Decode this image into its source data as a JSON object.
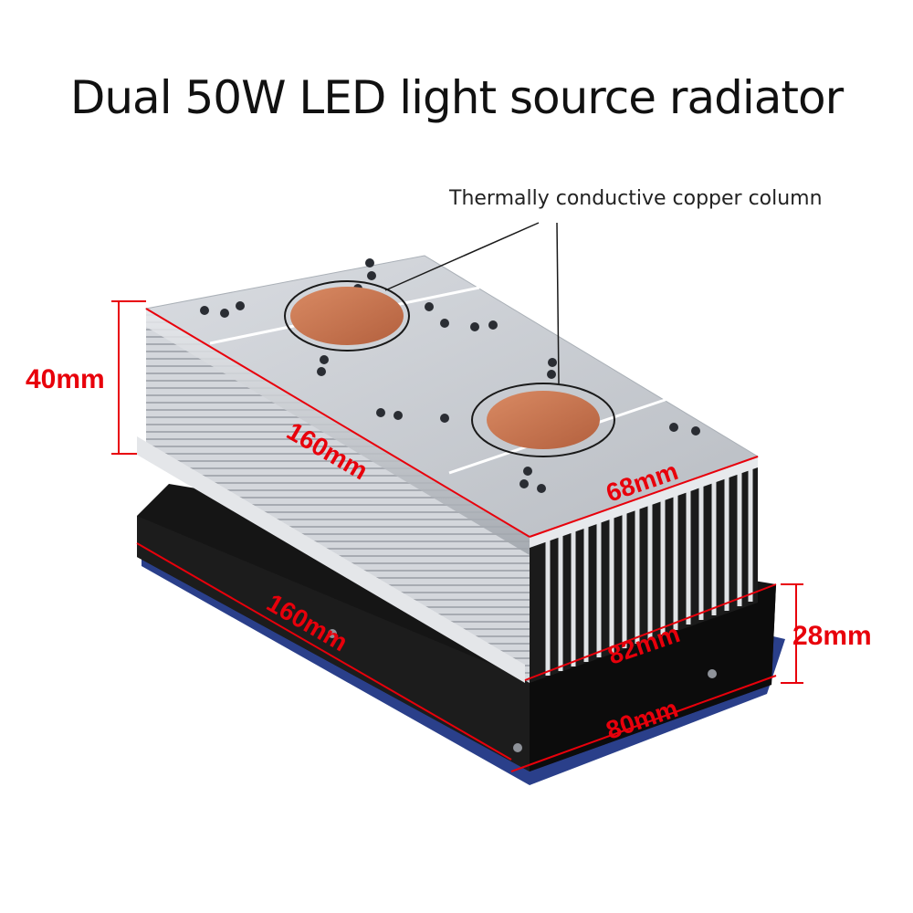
{
  "title": "Dual 50W LED light source radiator",
  "callout": "Thermally conductive copper column",
  "dimensions": {
    "height_heatsink": "40mm",
    "length_heatsink": "160mm",
    "width_heatsink": "68mm",
    "length_fan": "160mm",
    "width_fan_top": "82mm",
    "width_fan_base": "80mm",
    "height_fan": "28mm"
  },
  "colors": {
    "dimension": "#e8000b",
    "aluminum": "#c9cdd3",
    "copper": "#c8704a",
    "fan": "#151515",
    "base_edge": "#2a3f8a"
  },
  "icons": [
    "heatsink-icon",
    "copper-column-icon",
    "fan-icon"
  ]
}
